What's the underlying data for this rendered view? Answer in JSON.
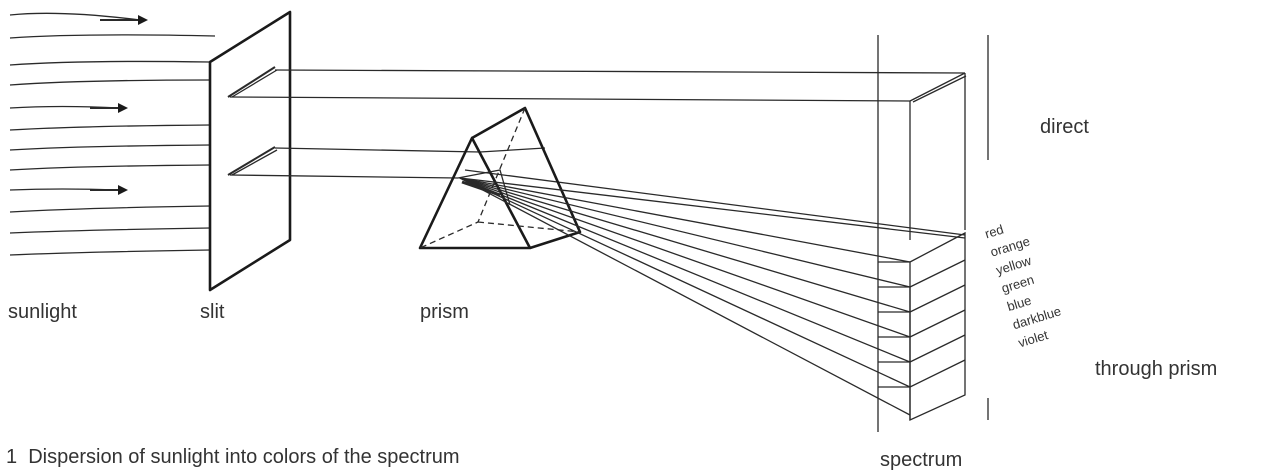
{
  "labels": {
    "sunlight": "sunlight",
    "slit": "slit",
    "prism": "prism",
    "direct": "direct",
    "through_prism": "through prism",
    "spectrum": "spectrum",
    "caption": "1  Dispersion of sunlight into colors of the spectrum"
  },
  "spectrum_colors": [
    "red",
    "orange",
    "yellow",
    "green",
    "blue",
    "darkblue",
    "violet"
  ]
}
